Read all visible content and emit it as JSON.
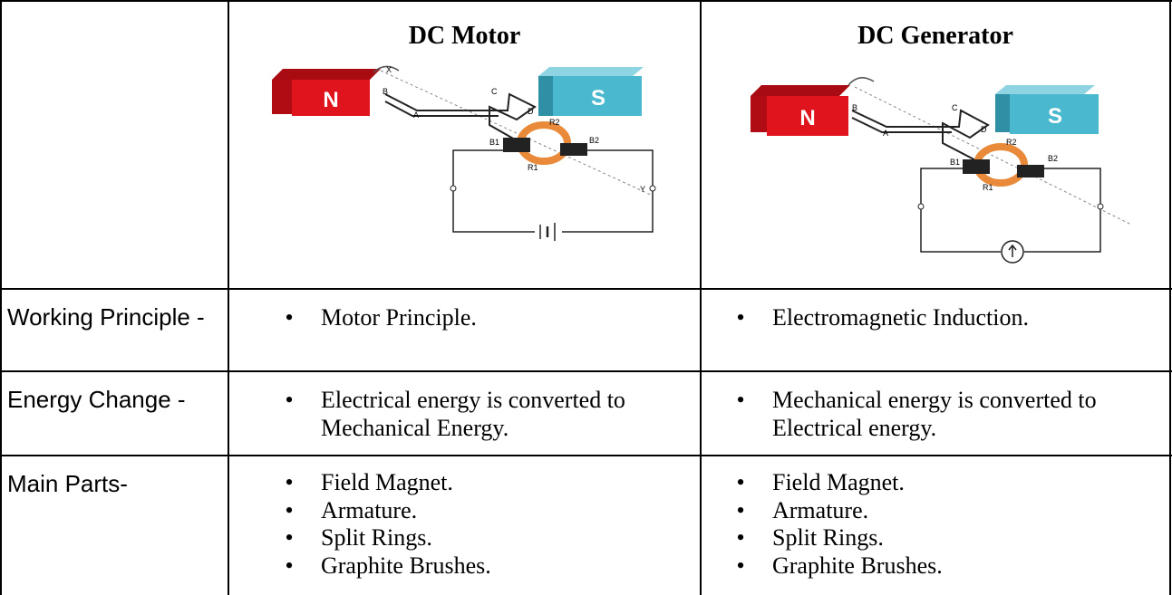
{
  "table": {
    "headers": {
      "col1": "",
      "col2": "DC Motor",
      "col3": "DC Generator"
    },
    "rows": [
      {
        "label": "Working Principle -",
        "motor": [
          "Motor Principle."
        ],
        "generator": [
          "Electromagnetic Induction."
        ]
      },
      {
        "label": "Energy Change -",
        "motor": [
          "Electrical energy is converted to Mechanical Energy."
        ],
        "generator": [
          "Mechanical energy is converted to Electrical energy."
        ]
      },
      {
        "label": "Main Parts-",
        "motor": [
          "Field Magnet.",
          "Armature.",
          "Split Rings.",
          "Graphite Brushes."
        ],
        "generator": [
          "Field Magnet.",
          "Armature.",
          "Split Rings.",
          "Graphite Brushes."
        ]
      }
    ],
    "bullet_symbol": "•"
  },
  "motor_diagram": {
    "north": "N",
    "south": "S",
    "labels": {
      "a": "A",
      "b": "B",
      "c": "C",
      "d": "D",
      "x": "X",
      "y": "Y",
      "r1": "R1",
      "r2": "R2",
      "b1": "B1",
      "b2": "B2"
    }
  },
  "generator_diagram": {
    "north": "N",
    "south": "S",
    "labels": {
      "a": "A",
      "b": "B",
      "c": "C",
      "d": "D",
      "r1": "R1",
      "r2": "R2",
      "b1": "B1",
      "b2": "B2"
    }
  },
  "colors": {
    "north": "#e0141c",
    "north_dark": "#a80c12",
    "south": "#4ab8cf",
    "south_dark": "#2f8fa4",
    "ring": "#e88a3a"
  }
}
